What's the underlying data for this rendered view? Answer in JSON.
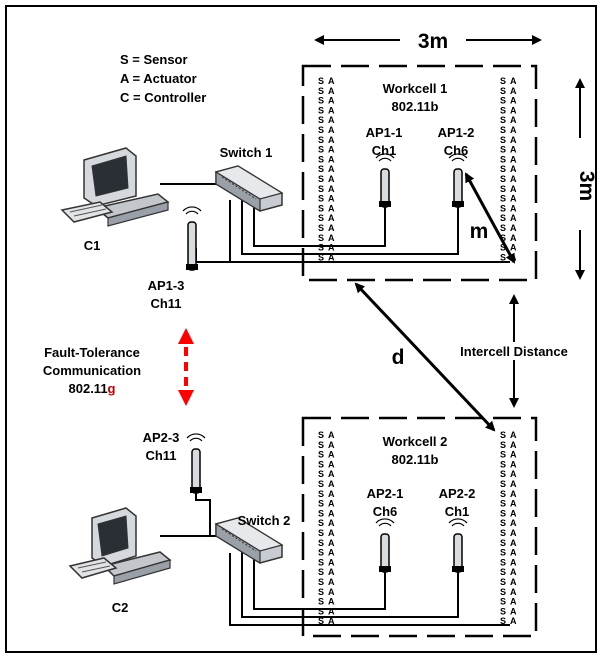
{
  "legend": {
    "sensor": "S = Sensor",
    "actuator": "A = Actuator",
    "controller": "C = Controller"
  },
  "dimensions": {
    "width": "3m",
    "height": "3m"
  },
  "workcell1": {
    "title": "Workcell 1",
    "standard": "802.11b",
    "ap_left_name": "AP1-1",
    "ap_left_channel": "Ch1",
    "ap_right_name": "AP1-2",
    "ap_right_channel": "Ch6",
    "distance_label": "m"
  },
  "workcell2": {
    "title": "Workcell 2",
    "standard": "802.11b",
    "ap_left_name": "AP2-1",
    "ap_left_channel": "Ch6",
    "ap_right_name": "AP2-2",
    "ap_right_channel": "Ch1"
  },
  "switch1": "Switch 1",
  "switch2": "Switch 2",
  "controller1": "C1",
  "controller2": "C2",
  "ap13": {
    "name": "AP1-3",
    "channel": "Ch11"
  },
  "ap23": {
    "name": "AP2-3",
    "channel": "Ch11"
  },
  "fault_tolerance": {
    "line1": "Fault-Tolerance",
    "line2": "Communication",
    "standard_prefix": "802.11",
    "standard_suffix": "g"
  },
  "intercell_distance": "Intercell Distance",
  "diagonal_distance": "d",
  "sa_letters": {
    "s": "S",
    "a": "A"
  },
  "colors": {
    "fault_arrow": "#ff0000",
    "standard_suffix": "#c00000"
  }
}
